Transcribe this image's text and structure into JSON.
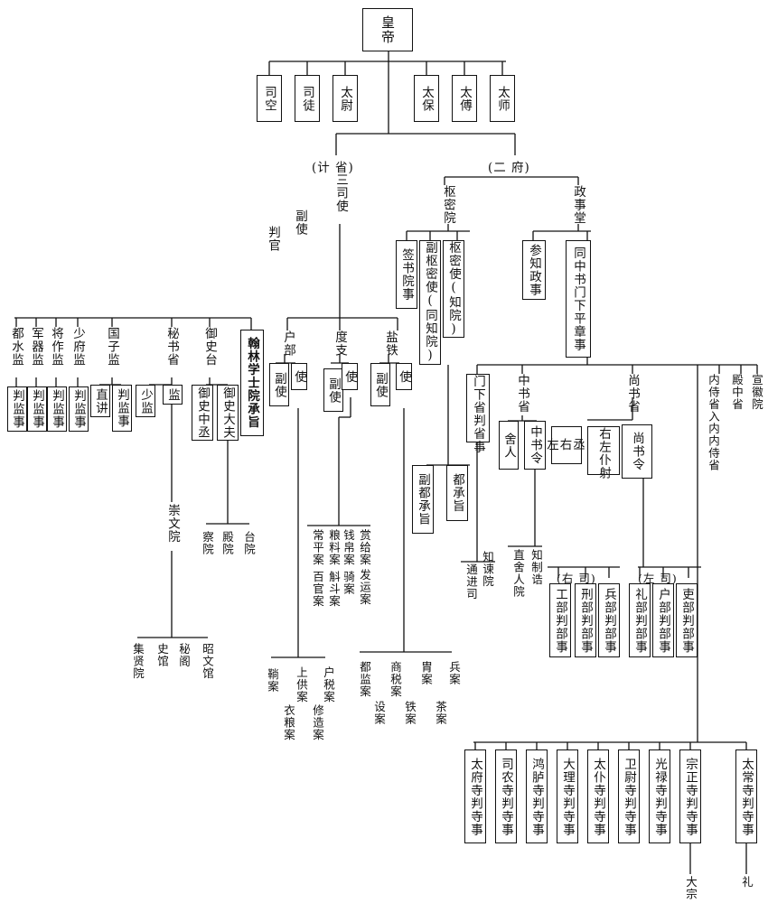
{
  "emperor": "皇帝",
  "dukes": [
    "司空",
    "司徒",
    "太尉",
    "太保",
    "太傅",
    "太师"
  ],
  "sansi": {
    "group_label": "(计 省)",
    "title": "三司使",
    "deputy": "副使",
    "judge": "判官",
    "branches": [
      {
        "name": "户部",
        "officials": [
          "副使",
          "使"
        ],
        "cases": [
          "上供案",
          "衣粮案",
          "户税案",
          "修造案",
          "鞝案"
        ]
      },
      {
        "name": "度支",
        "officials": [
          "副使",
          "使"
        ],
        "cases": [
          "赏给案",
          "发运案",
          "钱帛案",
          "骑案",
          "粮料案",
          "斛斗案",
          "常平案",
          "百官案"
        ]
      },
      {
        "name": "盐铁",
        "officials": [
          "副使",
          "使"
        ],
        "cases": [
          "兵案",
          "茶案",
          "胄案",
          "铁案",
          "商税案",
          "设案",
          "都监案"
        ]
      }
    ]
  },
  "erfu": {
    "group_label": "(二 府)",
    "shumiyuan": {
      "name": "枢密院",
      "officials": [
        "签书院事",
        "副枢密使(同知院)",
        "枢密使(知院)"
      ],
      "sub": [
        "副都承旨",
        "都承旨"
      ]
    },
    "zhengshitang": {
      "name": "政事堂",
      "officials": [
        "参知政事",
        "同中书门下平章事"
      ]
    }
  },
  "left_agencies": [
    {
      "name": "都水监",
      "sub": "判监事"
    },
    {
      "name": "军器监",
      "sub": "判监事"
    },
    {
      "name": "将作监",
      "sub": "判监事"
    },
    {
      "name": "少府监",
      "sub": "判监事"
    },
    {
      "name": "国子监",
      "subs": [
        "直讲",
        "判监事"
      ]
    },
    {
      "name": "秘书省",
      "subs": [
        "少监",
        "监"
      ]
    },
    {
      "name": "御史台",
      "subs": [
        "御史中丞",
        "御史大夫"
      ]
    },
    {
      "name": "翰林学士院承旨"
    }
  ],
  "chongwenyuan": {
    "name": "崇文院",
    "sub": [
      "集贤院",
      "史馆",
      "秘阁",
      "昭文馆"
    ]
  },
  "yushi_sub": [
    "察院",
    "殿院",
    "台院"
  ],
  "menxia": {
    "name": "门下省判省事",
    "sub": [
      "通进司",
      "知谏院"
    ]
  },
  "zhongshu": {
    "name": "中书省",
    "officials": [
      "舍人",
      "中书令"
    ],
    "sub": [
      "直舍人院",
      "知制诰"
    ]
  },
  "shangshu": {
    "name": "尚书省",
    "officials": [
      "左右丞",
      "右左仆射",
      "尚书令"
    ],
    "right_label": "(右 司)",
    "left_label": "(左 司)",
    "right_depts": [
      "工部判部事",
      "刑部判部事",
      "兵部判部事"
    ],
    "left_depts": [
      "礼部判部事",
      "户部判部事",
      "吏部判部事"
    ]
  },
  "right_misc": [
    "内侍省入内内侍省",
    "殿中省",
    "宣徽院"
  ],
  "courts": [
    "太府寺判寺事",
    "司农寺判寺事",
    "鸿胪寺判寺事",
    "大理寺判寺事",
    "太仆寺判寺事",
    "卫尉寺判寺事",
    "光禄寺判寺事",
    "宗正寺判寺事",
    "太常寺判寺事"
  ],
  "bottom": [
    "大宗",
    "礼"
  ]
}
